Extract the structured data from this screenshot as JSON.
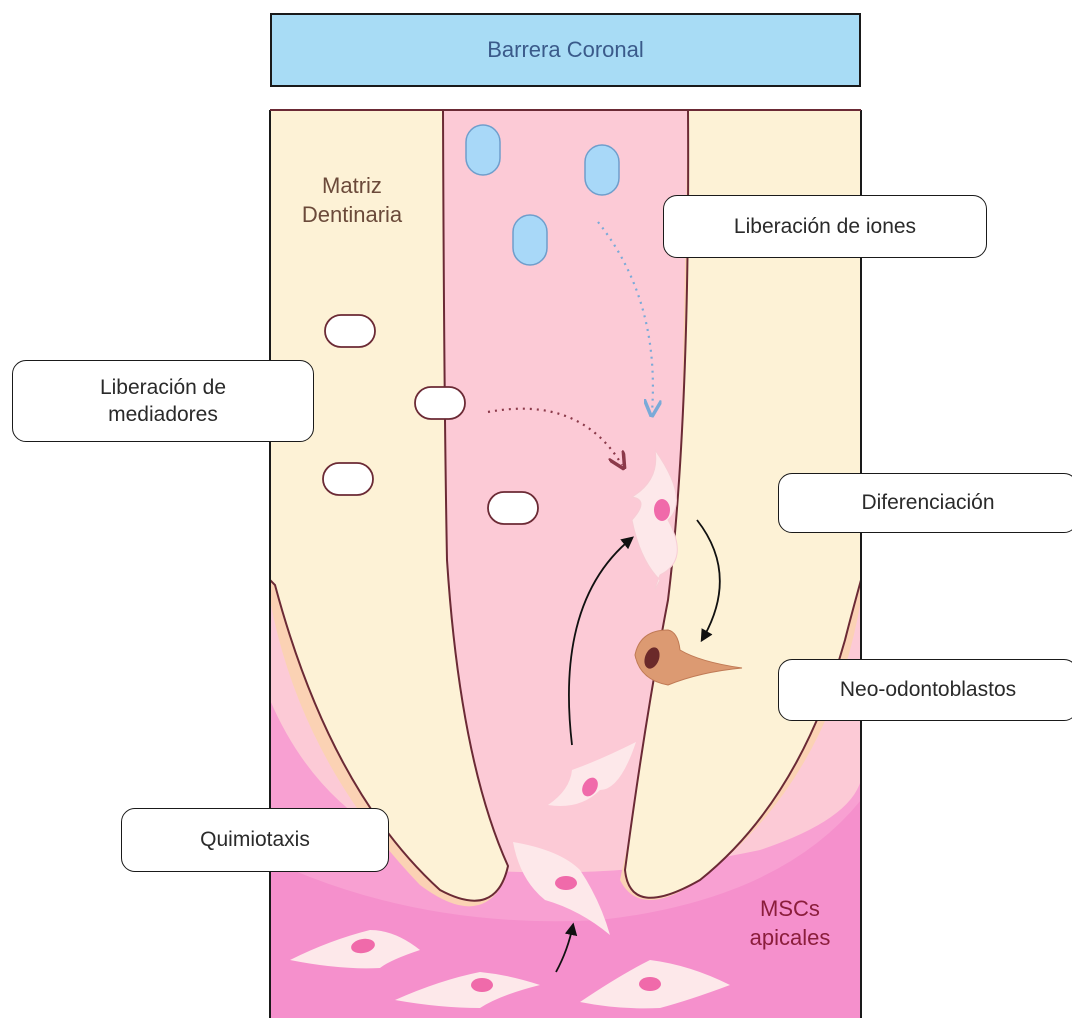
{
  "barrier": {
    "label": "Barrera Coronal"
  },
  "labels": {
    "matrix": "Matriz\nDentinaria",
    "mscs": "MSCs\napicales"
  },
  "callouts": {
    "ions": "Liberación de iones",
    "mediators": "Liberación de\nmediadores",
    "differentiation": "Diferenciación",
    "neo": "Neo-odontoblastos",
    "chemotaxis": "Quimiotaxis"
  },
  "colors": {
    "dentin": "#fdf2d6",
    "pulp": "#fccad6",
    "apical": "#f8a0d2",
    "outline": "#6b2a35",
    "ion": "#a8d8f8",
    "ion_arrow": "#7aaad8",
    "mediator_arrow": "#8b3a4a",
    "odontoblast": "#dc9a72",
    "cell_body": "#fde8ea",
    "cell_nucleus": "#f06aaa",
    "barrier": "#a8dcf5",
    "label_brown": "#6b4a3a",
    "label_red": "#8b1e3c"
  }
}
